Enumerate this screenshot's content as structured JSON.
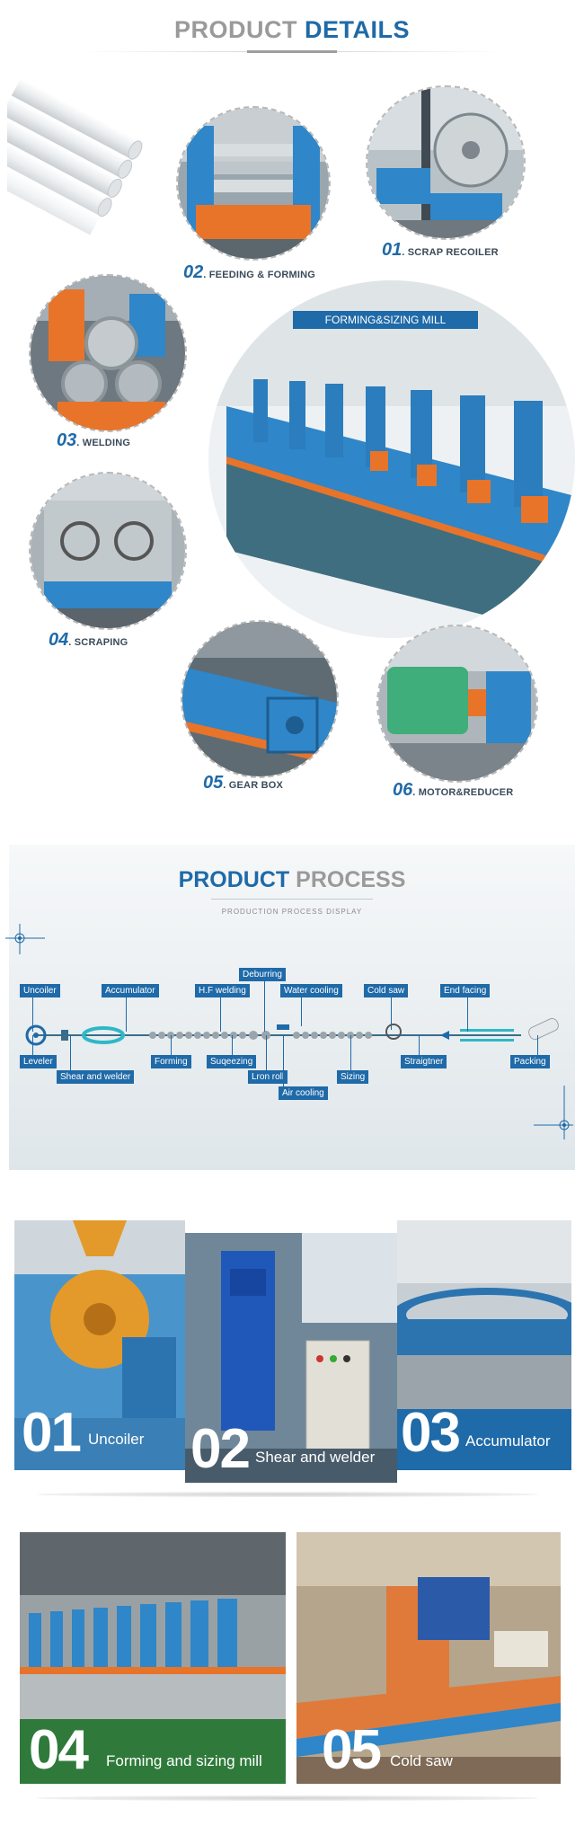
{
  "details": {
    "title_part1": "PRODUCT",
    "title_part2": "DETAILS",
    "mill_label": "FORMING&SIZING MILL",
    "items": [
      {
        "num": "01",
        "text": ". SCRAP RECOILER"
      },
      {
        "num": "02",
        "text": ". FEEDING & FORMING"
      },
      {
        "num": "03",
        "text": ". WELDING"
      },
      {
        "num": "04",
        "text": ". SCRAPING"
      },
      {
        "num": "05",
        "text": ". GEAR BOX"
      },
      {
        "num": "06",
        "text": ". MOTOR&REDUCER"
      }
    ]
  },
  "process": {
    "title_part1": "PRODUCT",
    "title_part2": "PROCESS",
    "subtitle": "PRODUCTION PROCESS DISPLAY",
    "top_labels": [
      "Uncoiler",
      "Accumulator",
      "H.F welding",
      "Deburring",
      "Water cooling",
      "Cold saw",
      "End facing"
    ],
    "bottom_labels": [
      "Leveler",
      "Shear and welder",
      "Forming",
      "Suqeezing",
      "Lron roll",
      "Air cooling",
      "Sizing",
      "Straigtner",
      "Packing"
    ]
  },
  "gallery": [
    {
      "num": "01",
      "label": "Uncoiler"
    },
    {
      "num": "02",
      "label": "Shear and welder"
    },
    {
      "num": "03",
      "label": "Accumulator"
    },
    {
      "num": "04",
      "label": "Forming and sizing mill"
    },
    {
      "num": "05",
      "label": "Cold saw"
    }
  ],
  "colors": {
    "accent": "#1f6aa8",
    "machine_blue": "#2f86c8",
    "machine_orange": "#e8742a",
    "grey_title": "#9a9a9a"
  }
}
